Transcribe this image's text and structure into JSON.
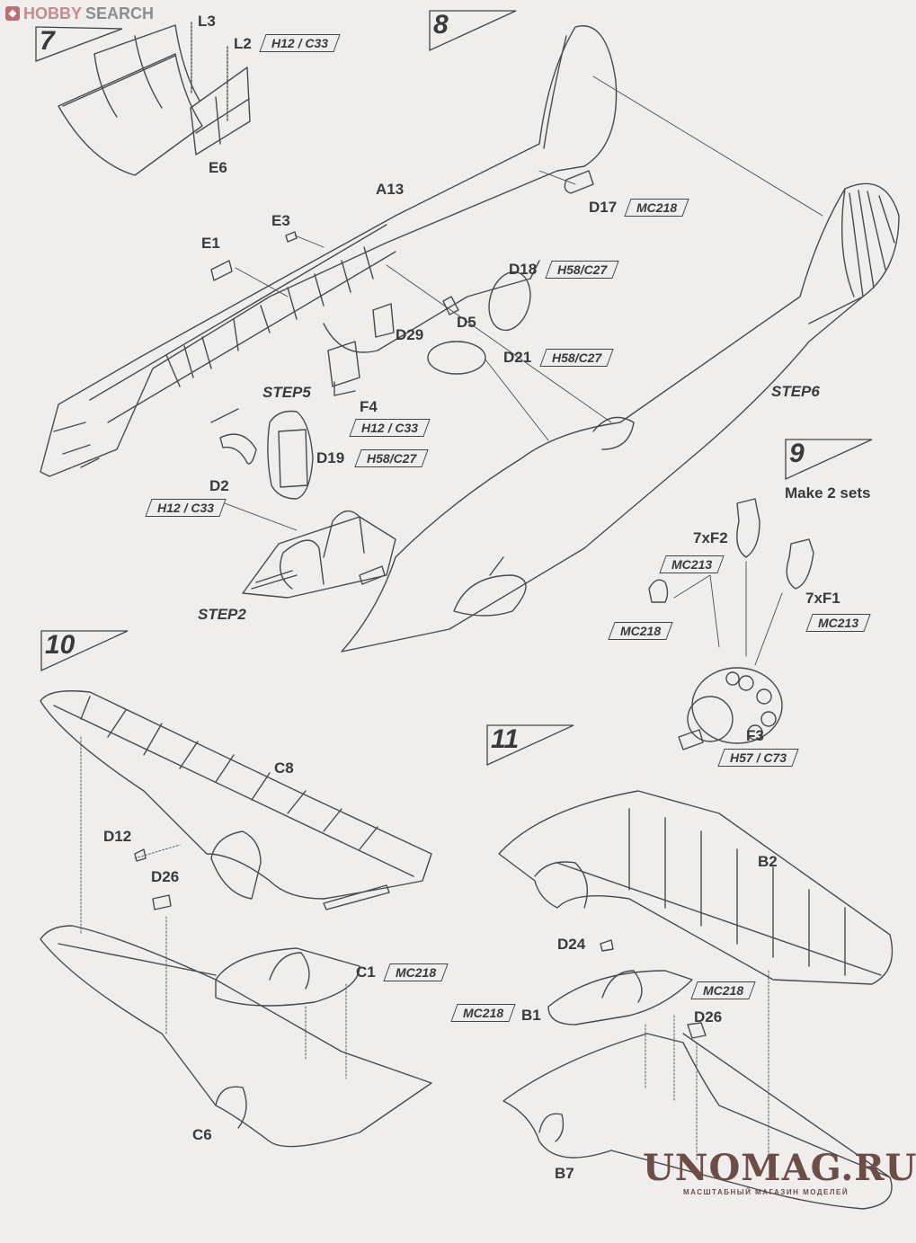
{
  "watermarks": {
    "hobbysearch": {
      "part1": "HOBBY",
      "part2": "SEARCH"
    },
    "unomag": {
      "title": "UNOMAG.RU",
      "subtitle": "МАСШТАБНЫЙ МАГАЗИН МОДЕЛЕЙ"
    }
  },
  "steps": [
    {
      "number": "7"
    },
    {
      "number": "8"
    },
    {
      "number": "9",
      "note": "Make 2 sets"
    },
    {
      "number": "10"
    },
    {
      "number": "11"
    }
  ],
  "step_refs": [
    "STEP5",
    "STEP6",
    "STEP2"
  ],
  "parts": {
    "L3": "L3",
    "L2": "L2",
    "E6": "E6",
    "A13": "A13",
    "E3": "E3",
    "E1": "E1",
    "D17": "D17",
    "D18": "D18",
    "D5": "D5",
    "D29": "D29",
    "D21": "D21",
    "F4": "F4",
    "D19": "D19",
    "D2": "D2",
    "F2": "7xF2",
    "F1": "7xF1",
    "F3": "F3",
    "C8": "C8",
    "D12": "D12",
    "D26a": "D26",
    "C1": "C1",
    "C6": "C6",
    "B2": "B2",
    "D24": "D24",
    "B1": "B1",
    "D26b": "D26",
    "B7": "B7"
  },
  "paints": {
    "L2": "H12 / C33",
    "D17": "MC218",
    "D18": "H58/C27",
    "D21": "H58/C27",
    "F4": "H12 / C33",
    "D19": "H58/C27",
    "D2": "H12 / C33",
    "F2": "MC213",
    "hand": "MC218",
    "F1": "MC213",
    "F3": "H57 / C73",
    "C1": "MC218",
    "B1": "MC218",
    "D26b": "MC218"
  },
  "colors": {
    "line": "#4a4a4a",
    "paper": "#efeeec",
    "watermark": "#6e4d47"
  }
}
